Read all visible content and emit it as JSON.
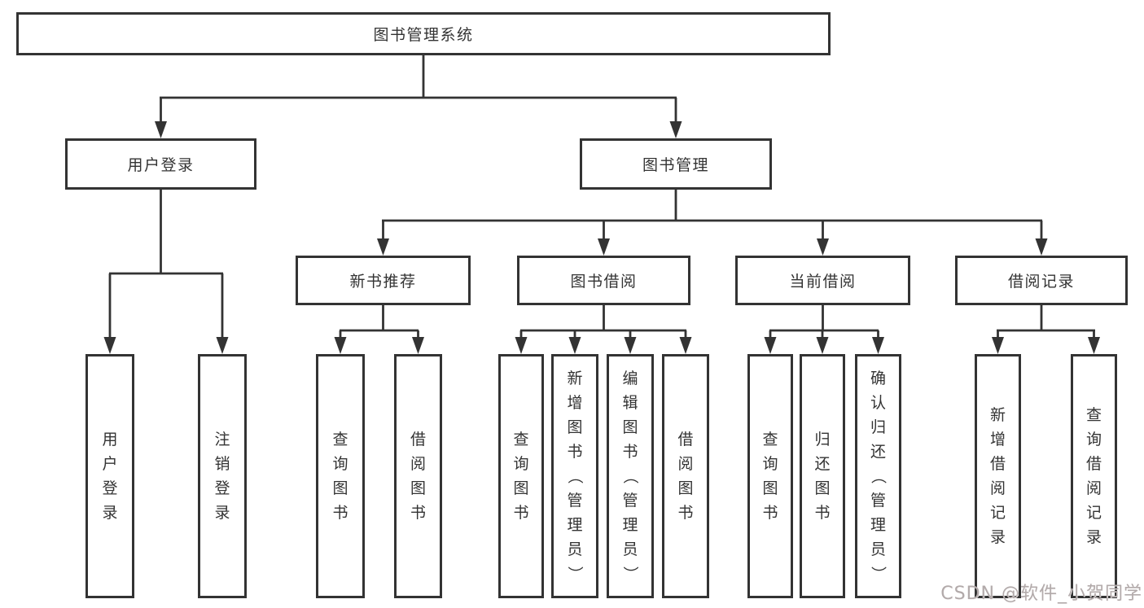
{
  "diagram": {
    "root": {
      "label": "图书管理系统"
    },
    "branches": [
      {
        "label": "用户登录",
        "children": [
          {
            "label": "用户登录"
          },
          {
            "label": "注销登录"
          }
        ]
      },
      {
        "label": "图书管理",
        "children": [
          {
            "label": "新书推荐",
            "children": [
              {
                "label": "查询图书"
              },
              {
                "label": "借阅图书"
              }
            ]
          },
          {
            "label": "图书借阅",
            "children": [
              {
                "label": "查询图书"
              },
              {
                "label": "新增图书（管理员）"
              },
              {
                "label": "编辑图书（管理员）"
              },
              {
                "label": "借阅图书"
              }
            ]
          },
          {
            "label": "当前借阅",
            "children": [
              {
                "label": "查询图书"
              },
              {
                "label": "归还图书"
              },
              {
                "label": "确认归还（管理员）"
              }
            ]
          },
          {
            "label": "借阅记录",
            "children": [
              {
                "label": "新增借阅记录"
              },
              {
                "label": "查询借阅记录"
              }
            ]
          }
        ]
      }
    ]
  },
  "watermark": {
    "text": "CSDN @软件_小贺同学",
    "color": "#b2aaaa"
  },
  "colors": {
    "border": "#333333",
    "line": "#333333",
    "background": "#ffffff",
    "text": "#333333"
  }
}
